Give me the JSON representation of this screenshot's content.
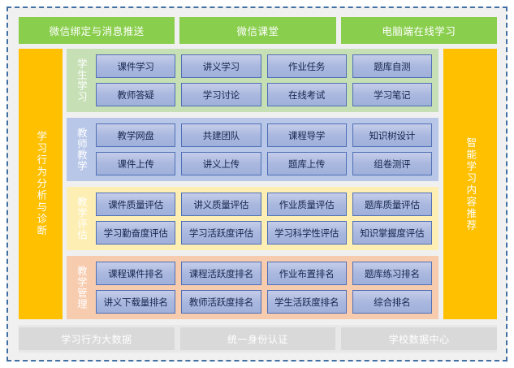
{
  "diagram": {
    "top_channels": [
      {
        "label": "微信绑定与消息推送"
      },
      {
        "label": "微信课堂"
      },
      {
        "label": "电脑端在线学习"
      }
    ],
    "left_pillar": {
      "label": "学习行为分析与诊断"
    },
    "right_pillar": {
      "label": "智能学习内容推荐"
    },
    "sections": [
      {
        "label": "学生学习",
        "color": "#c6dfb4",
        "tiles": [
          "课件学习",
          "讲义学习",
          "作业任务",
          "题库自测",
          "教师答疑",
          "学习讨论",
          "在线考试",
          "学习笔记"
        ]
      },
      {
        "label": "教师教学",
        "color": "#b8c7e8",
        "tiles": [
          "教学网盘",
          "共建团队",
          "课程导学",
          "知识树设计",
          "课件上传",
          "讲义上传",
          "题库上传",
          "组卷测评"
        ]
      },
      {
        "label": "教学评估",
        "color": "#fdeeb4",
        "tiles": [
          "课件质量评估",
          "讲义质量评估",
          "作业质量评估",
          "题库质量评估",
          "学习勤奋度评估",
          "学习活跃度评估",
          "学习科学性评估",
          "知识掌握度评估"
        ]
      },
      {
        "label": "教学管理",
        "color": "#f7cbae",
        "tiles": [
          "课程课件排名",
          "课程活跃度排名",
          "作业布置排名",
          "题库练习排名",
          "讲义下载量排名",
          "教师活跃度排名",
          "学生活跃度排名",
          "综合排名"
        ]
      }
    ],
    "bottom_foundations": [
      {
        "label": "学习行为大数据"
      },
      {
        "label": "统一身份认证"
      },
      {
        "label": "学校数据中心"
      }
    ],
    "colors": {
      "accent_green": "#8ace4e",
      "accent_orange": "#ffc000",
      "tile_border": "#4f6fb5",
      "tile_text": "#17264f",
      "canvas_border": "#3f6fa3",
      "bottom_bar": "#d9d9d9"
    }
  }
}
